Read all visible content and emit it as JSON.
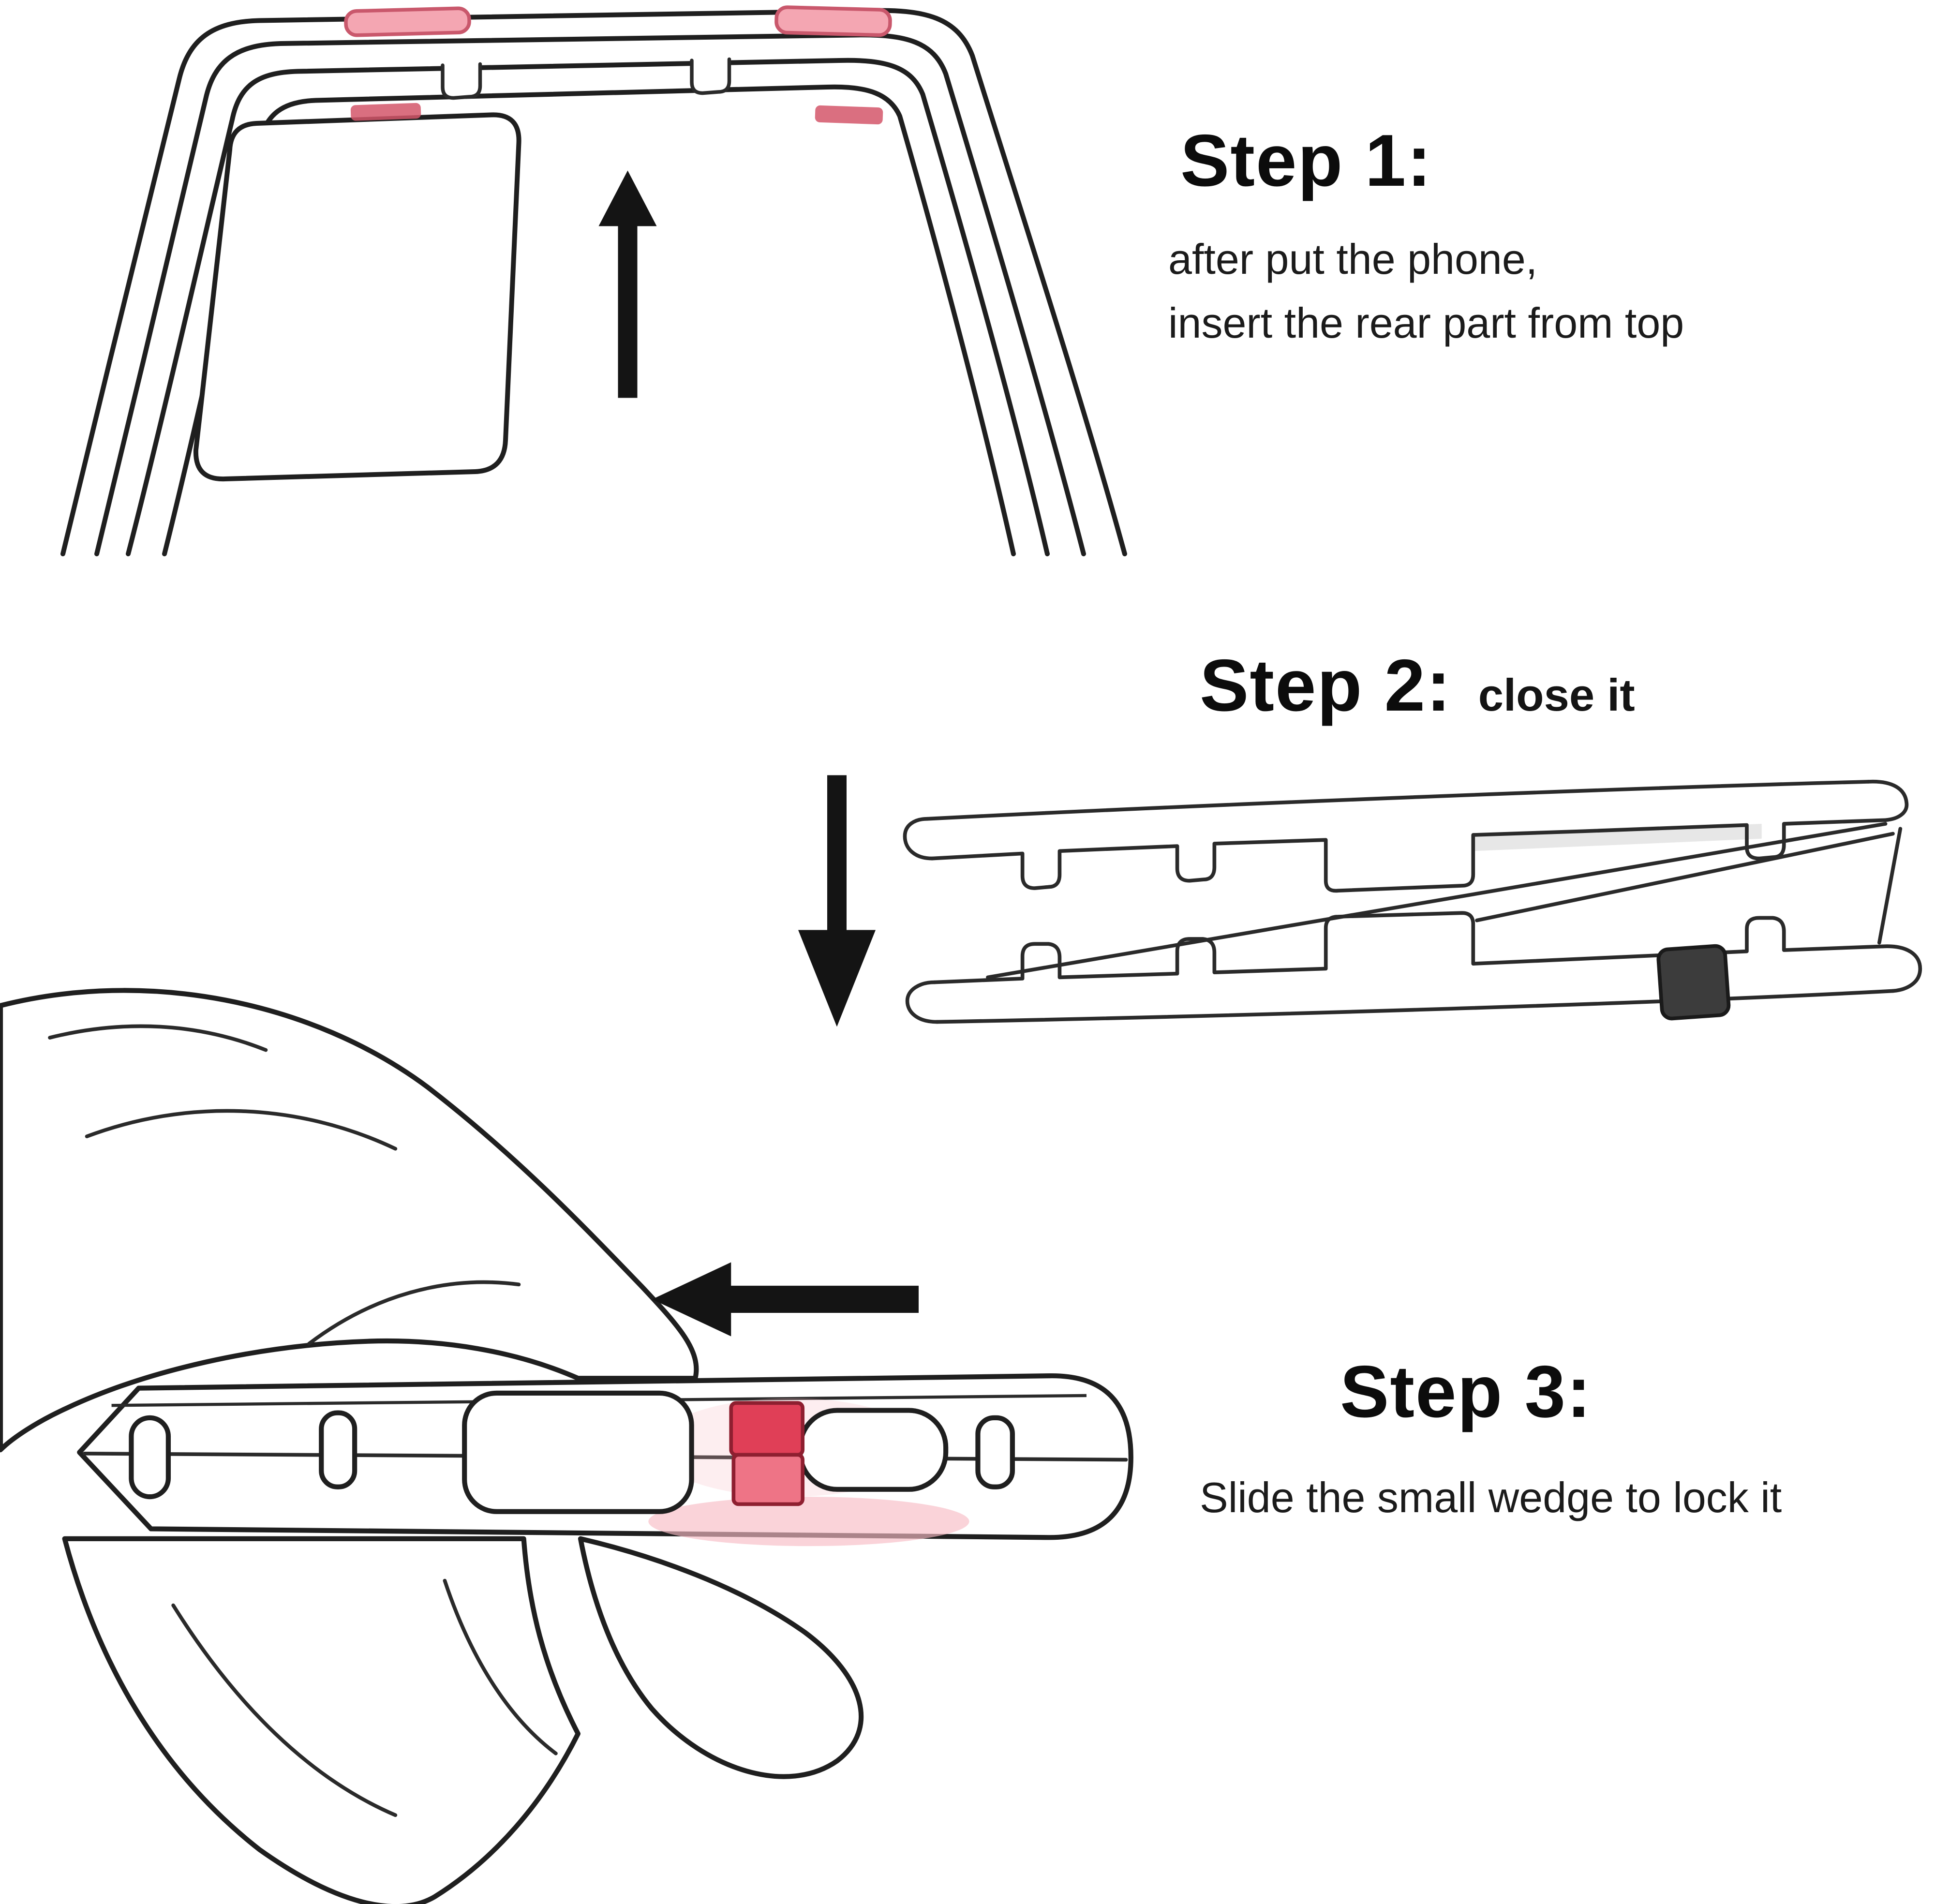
{
  "steps": {
    "step1": {
      "title": "Step 1:",
      "line1": "after put the phone,",
      "line2": "insert the rear part from top"
    },
    "step2": {
      "title": "Step 2:",
      "subtitle": "close it"
    },
    "step3": {
      "title": "Step 3:",
      "line1": "Slide the small wedge to lock it"
    }
  },
  "colors": {
    "line": "#1f1f1f",
    "arrow_black": "#141414",
    "button_pink": "#f4a6b2",
    "button_red": "#d4566a",
    "wedge_dark": "#3c3c3c",
    "wedge_red": "#e03f57",
    "wedge_red_light": "#ee7486",
    "glow_pink": "#f7bcc4"
  }
}
